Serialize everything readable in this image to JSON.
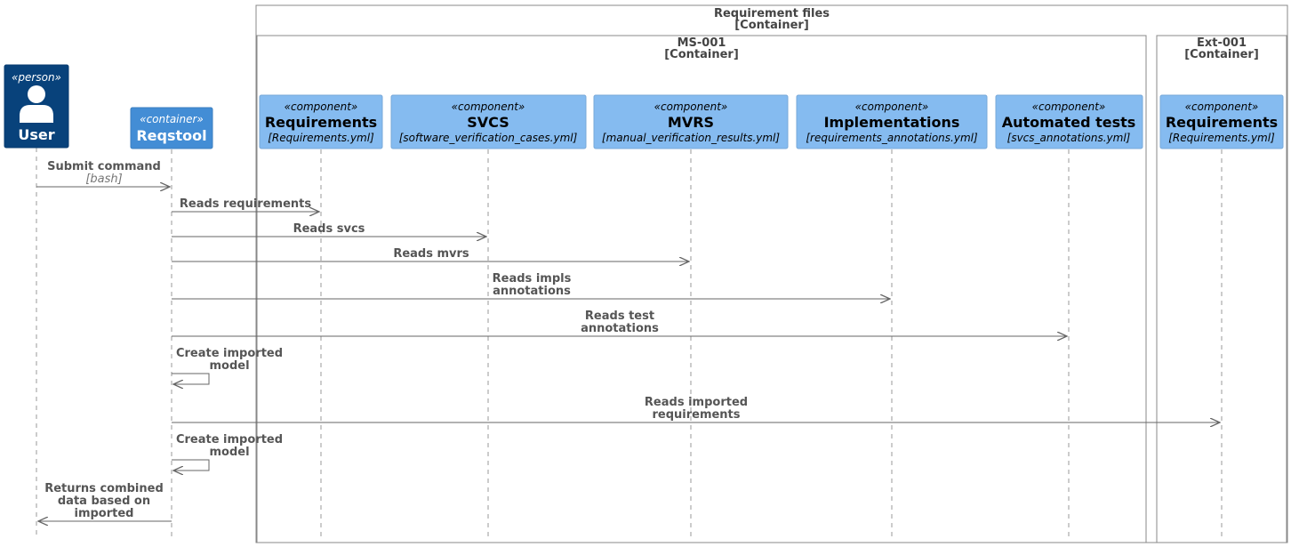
{
  "boundaries": {
    "outer": {
      "name": "Requirement files",
      "type": "[Container]"
    },
    "ms001": {
      "name": "MS-001",
      "type": "[Container]"
    },
    "ext001": {
      "name": "Ext-001",
      "type": "[Container]"
    }
  },
  "participants": {
    "user": {
      "stereotype": "«person»",
      "name": "User",
      "color": "#08427b"
    },
    "reqstool": {
      "stereotype": "«container»",
      "name": "Reqstool",
      "color": "#438dd5"
    },
    "req": {
      "stereotype": "«component»",
      "name": "Requirements",
      "tech": "[Requirements.yml]",
      "color": "#85bbf0"
    },
    "svcs": {
      "stereotype": "«component»",
      "name": "SVCS",
      "tech": "[software_verification_cases.yml]",
      "color": "#85bbf0"
    },
    "mvrs": {
      "stereotype": "«component»",
      "name": "MVRS",
      "tech": "[manual_verification_results.yml]",
      "color": "#85bbf0"
    },
    "impl": {
      "stereotype": "«component»",
      "name": "Implementations",
      "tech": "[requirements_annotations.yml]",
      "color": "#85bbf0"
    },
    "auto": {
      "stereotype": "«component»",
      "name": "Automated tests",
      "tech": "[svcs_annotations.yml]",
      "color": "#85bbf0"
    },
    "extreq": {
      "stereotype": "«component»",
      "name": "Requirements",
      "tech": "[Requirements.yml]",
      "color": "#85bbf0"
    }
  },
  "messages": {
    "m1": {
      "line1": "Submit command",
      "tech": "[bash]"
    },
    "m2": {
      "line1": "Reads requirements"
    },
    "m3": {
      "line1": "Reads svcs"
    },
    "m4": {
      "line1": "Reads mvrs"
    },
    "m5": {
      "line1": "Reads impls",
      "line2": "annotations"
    },
    "m6": {
      "line1": "Reads test",
      "line2": "annotations"
    },
    "m7": {
      "line1": "Create imported",
      "line2": "model"
    },
    "m8": {
      "line1": "Reads imported",
      "line2": "requirements"
    },
    "m9": {
      "line1": "Create imported",
      "line2": "model"
    },
    "m10": {
      "line1": "Returns combined",
      "line2": "data based on",
      "line3": "imported"
    }
  }
}
